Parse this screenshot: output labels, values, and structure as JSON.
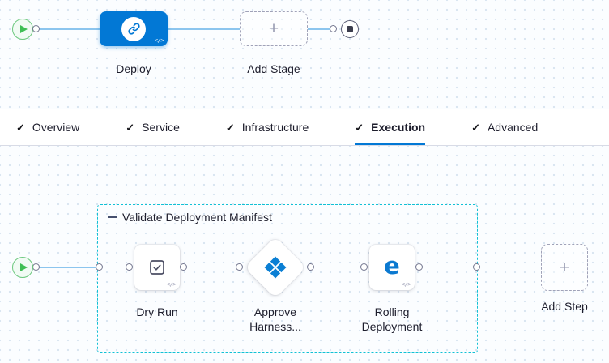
{
  "colors": {
    "accent_blue": "#0278d5",
    "group_border_teal": "#12c1d5",
    "play_green": "#3fbe54",
    "connector_blue": "#8cc5ee"
  },
  "stage_canvas": {
    "deploy_stage": {
      "label": "Deploy",
      "code_badge": "</>"
    },
    "add_stage": {
      "label": "Add Stage",
      "plus_glyph": "+"
    }
  },
  "tabs": {
    "check_glyph": "✓",
    "active": "Execution",
    "items": [
      {
        "label": "Overview"
      },
      {
        "label": "Service"
      },
      {
        "label": "Infrastructure"
      },
      {
        "label": "Execution"
      },
      {
        "label": "Advanced"
      }
    ]
  },
  "execution_canvas": {
    "group": {
      "label": "Validate Deployment Manifest"
    },
    "steps": [
      {
        "name": "Dry Run",
        "label_lines": [
          "Dry Run"
        ],
        "code_badge": "</>"
      },
      {
        "name": "Approve Harness",
        "label_lines": [
          "Approve",
          "Harness..."
        ]
      },
      {
        "name": "Rolling Deployment",
        "label_lines": [
          "Rolling",
          "Deployment"
        ],
        "code_badge": "</>"
      }
    ],
    "add_step": {
      "label": "Add Step",
      "plus_glyph": "+"
    }
  }
}
